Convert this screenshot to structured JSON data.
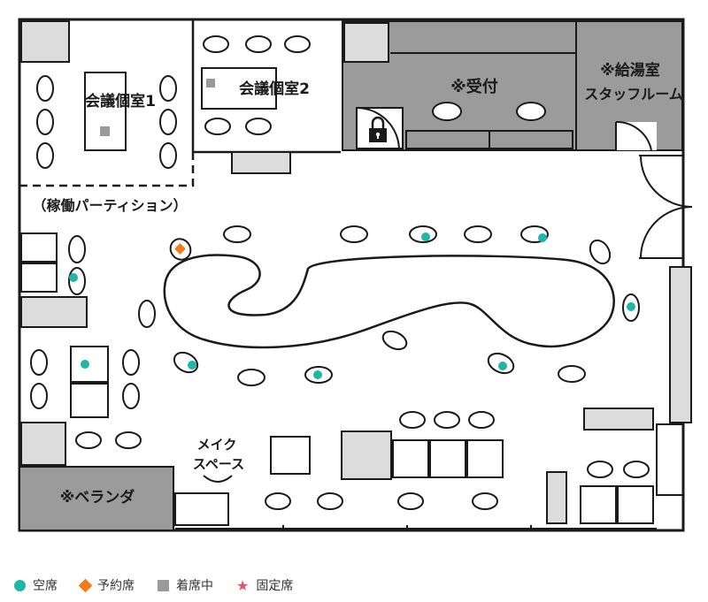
{
  "map": {
    "rooms": {
      "meeting_room_1": "会議個室1",
      "meeting_room_2": "会議個室2",
      "reception": "※受付",
      "kitchen_line1": "※給湯室",
      "kitchen_line2": "スタッフルーム",
      "partition": "（稼働パーティション）",
      "makeup_line1": "メイク",
      "makeup_line2": "スペース",
      "veranda": "※ベランダ"
    },
    "colors": {
      "wall": "#1a1a1a",
      "room_fill": "#9b9b9b",
      "furniture_fill": "#dcdcdc",
      "available": "#1fb5a8",
      "reserved": "#f07d1a",
      "occupied": "#9a9a9a",
      "fixed": "#e8506a"
    },
    "icons": [
      "lock-icon"
    ]
  },
  "legend": [
    {
      "shape": "circle",
      "color": "#1fb5a8",
      "label": "空席"
    },
    {
      "shape": "diamond",
      "color": "#f07d1a",
      "label": "予約席"
    },
    {
      "shape": "square",
      "color": "#9a9a9a",
      "label": "着席中"
    },
    {
      "shape": "star",
      "color": "#e8506a",
      "label": "固定席"
    }
  ]
}
